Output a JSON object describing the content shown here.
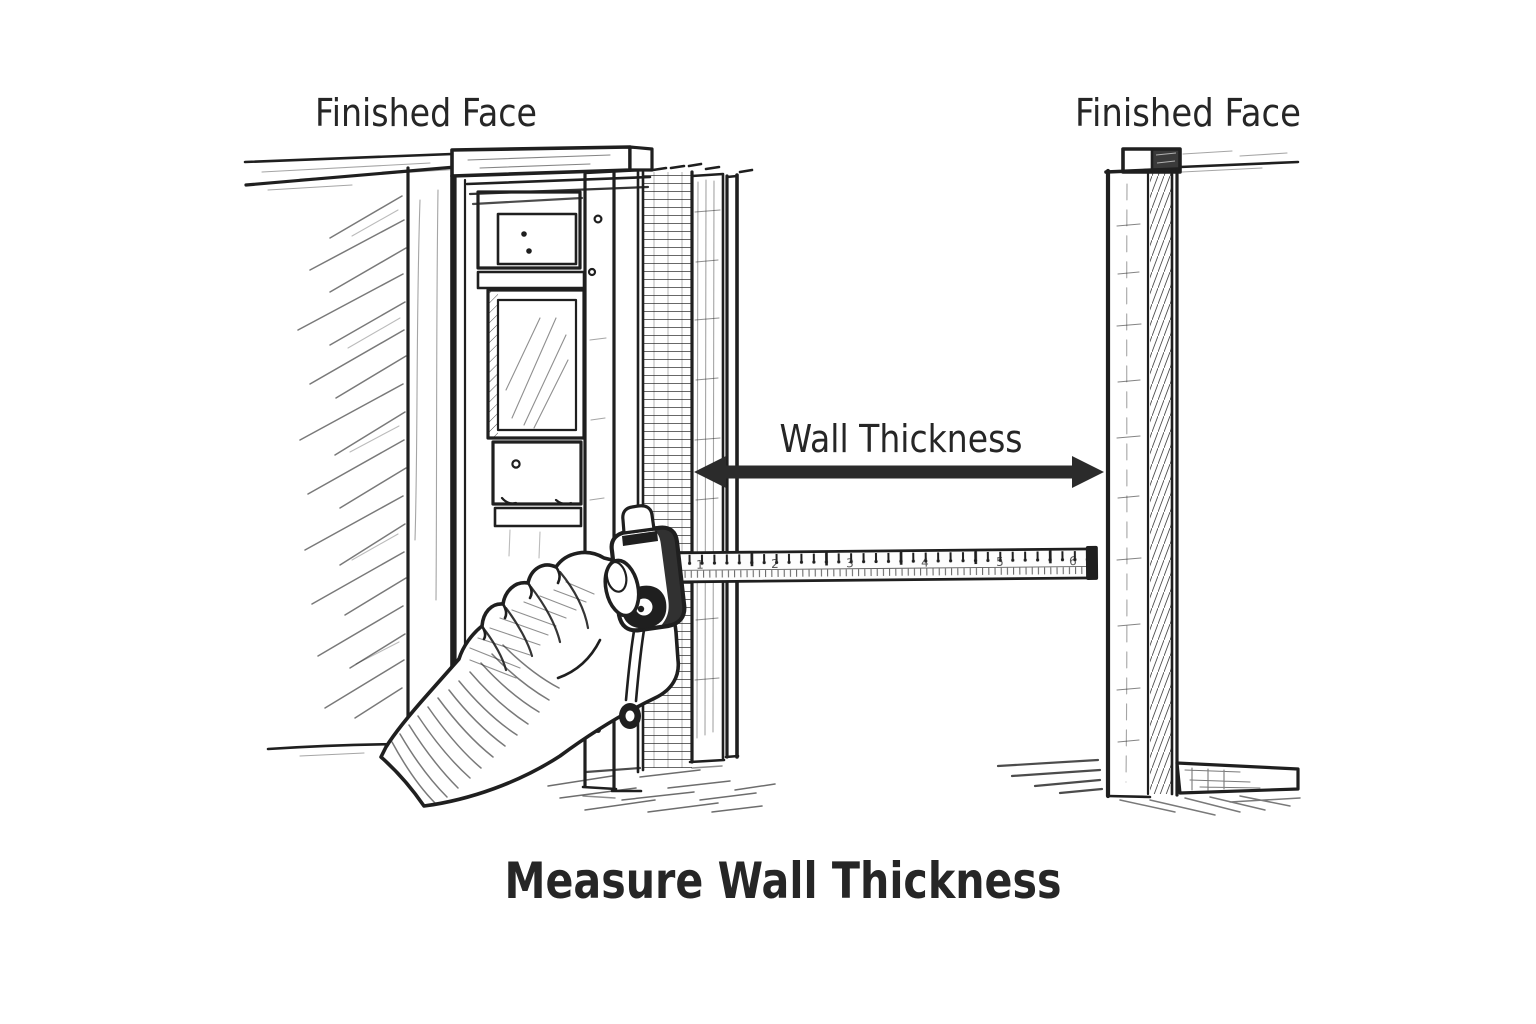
{
  "title": "Measure Wall Thickness",
  "labels": {
    "finished_face_left": "Finished Face",
    "finished_face_right": "Finished Face",
    "wall_thickness": "Wall Thickness"
  },
  "tape_measure": {
    "unit_marks": [
      "1",
      "2",
      "3",
      "4",
      "5",
      "6"
    ]
  },
  "colors": {
    "ink": "#1f1f1f",
    "paper": "#ffffff",
    "text": "#262626"
  },
  "icons": {
    "wall_thickness_arrow": "double-headed-arrow"
  }
}
